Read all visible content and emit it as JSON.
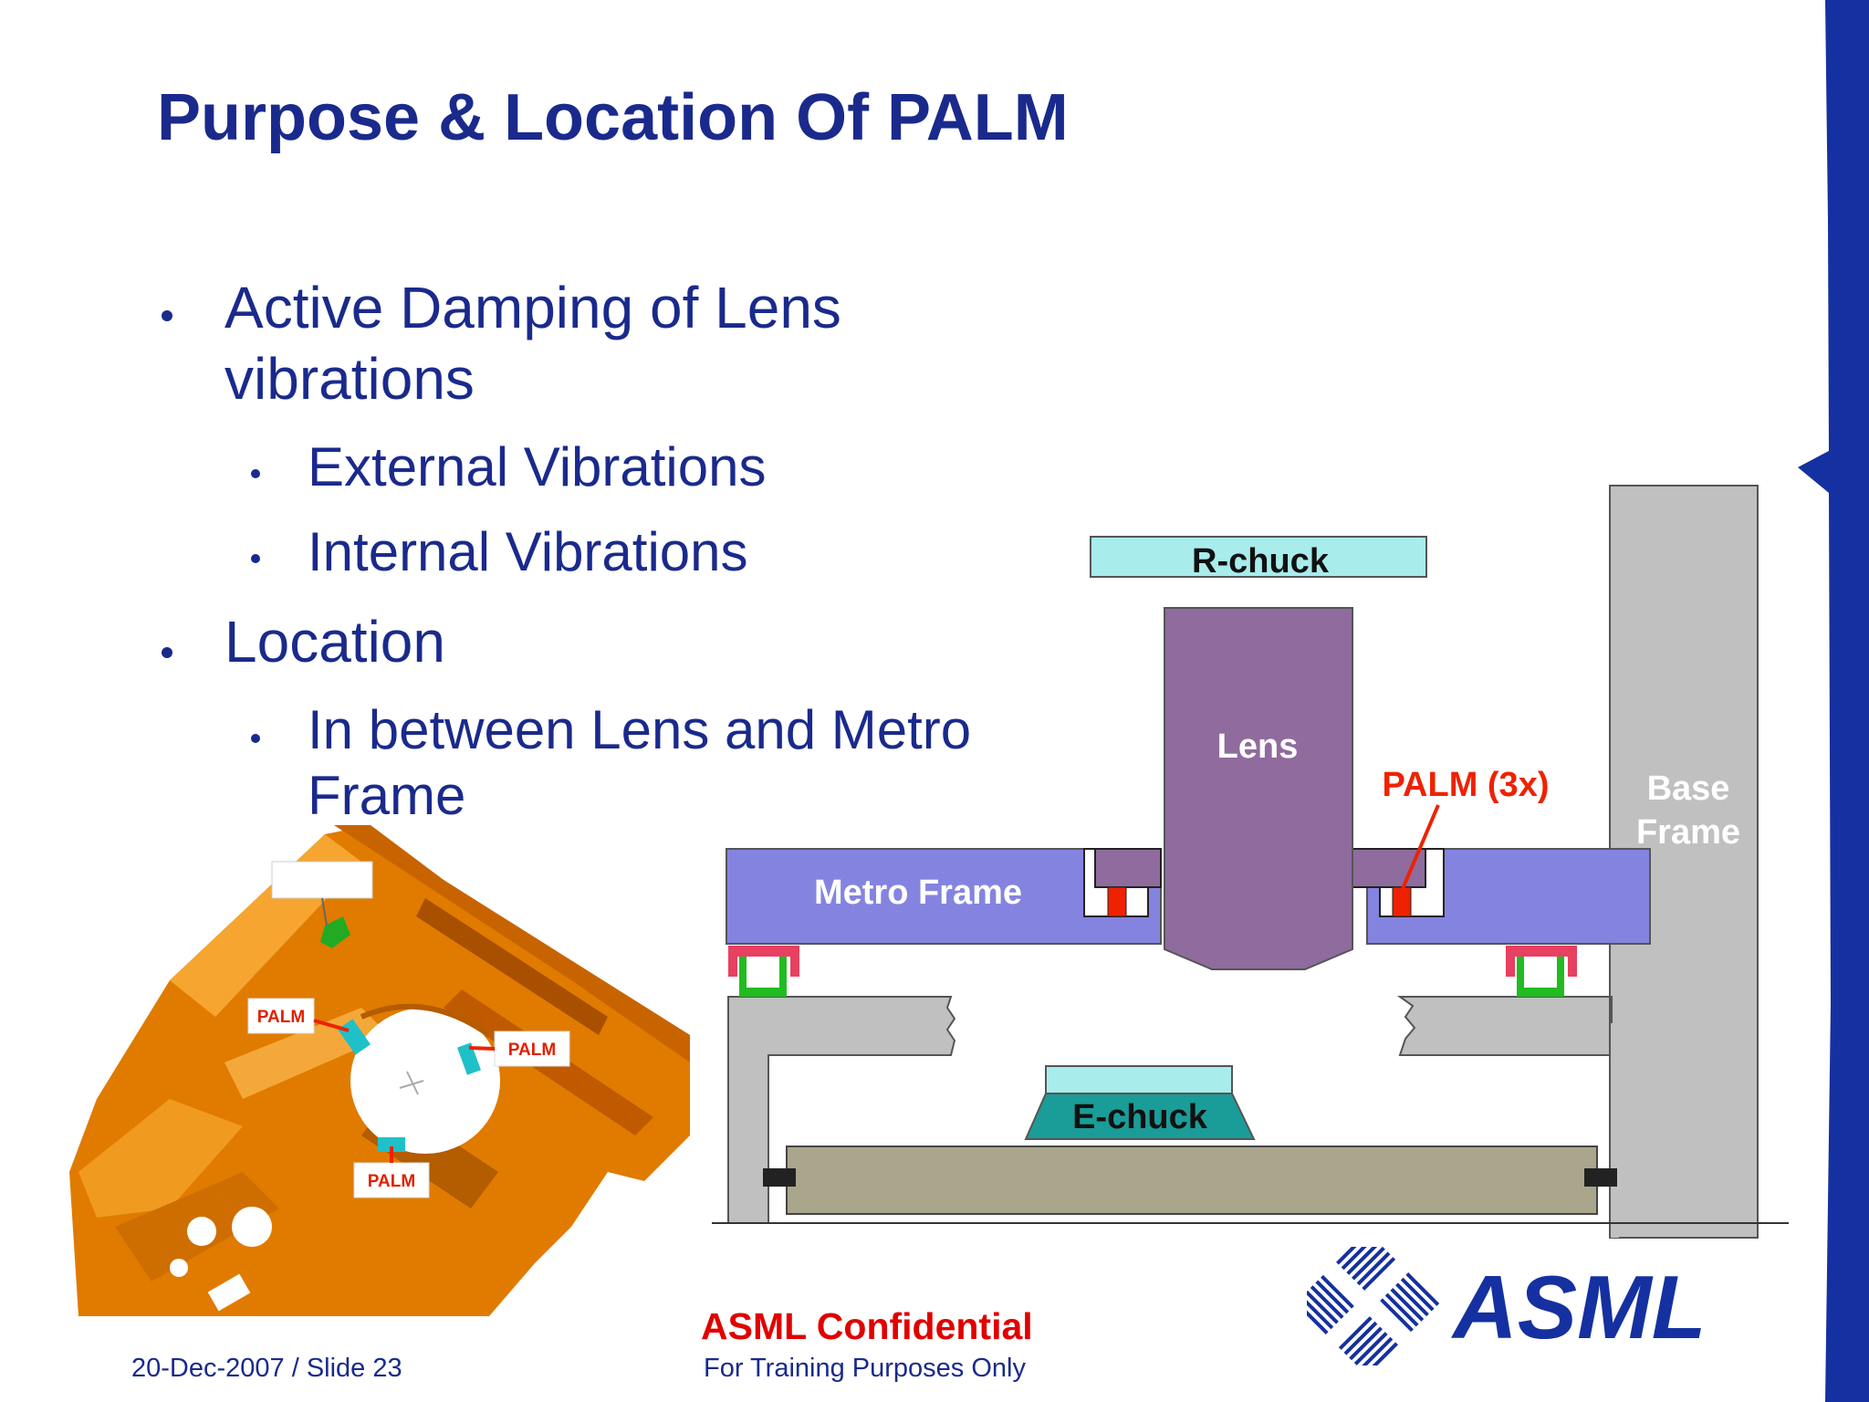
{
  "slide": {
    "title": "Purpose & Location Of PALM",
    "bullets": [
      {
        "text": "Active Damping of Lens vibrations",
        "line1": "Active Damping of Lens",
        "line2": "vibrations"
      },
      {
        "text": "External Vibrations"
      },
      {
        "text": "Internal Vibrations"
      },
      {
        "text": "Location"
      },
      {
        "text": "In between Lens and Metro Frame",
        "line1": "In between Lens and Metro",
        "line2": "Frame"
      }
    ]
  },
  "photo": {
    "labels": [
      "PALM",
      "PALM",
      "PALM"
    ]
  },
  "diagram": {
    "rchuck": "R-chuck",
    "lens": "Lens",
    "palm": "PALM (3x)",
    "base_line1": "Base",
    "base_line2": "Frame",
    "metro": "Metro Frame",
    "echuck": "E-chuck"
  },
  "colors": {
    "title_blue": "#1a2a8c",
    "lens_purple": "#8f6b9e",
    "metro_blue": "#8484e0",
    "chuck_cyan": "#a8ecec",
    "echuck_teal": "#1a9c98",
    "frame_gray": "#c0c0c0",
    "stage_khaki": "#aaa68c",
    "palm_red": "#ee2200",
    "orange_part": "#e07b00"
  },
  "footer": {
    "date_slide": "20-Dec-2007  / Slide 23",
    "confidential": "ASML Confidential",
    "training": "For Training Purposes Only",
    "logo_text": "ASML"
  }
}
